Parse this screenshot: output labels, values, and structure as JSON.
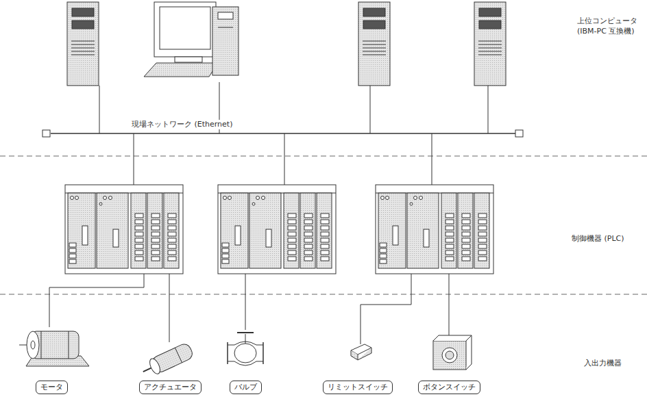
{
  "diagram": {
    "nodes": [
      {
        "text": [
          "モータ"
        ]
      },
      {
        "text": [
          "アクチュエータ"
        ]
      },
      {
        "text": [
          "バルブ"
        ]
      },
      {
        "text": [
          "リミットスイッチ"
        ]
      },
      {
        "text": [
          "ボタンスイッチ"
        ]
      }
    ],
    "labels": [
      "上位コンピュータ",
      "(IBM-PC 互換機)",
      "現場ネットワーク (Ethernet)",
      "制御機器 (PLC)",
      "入出力機器"
    ]
  }
}
